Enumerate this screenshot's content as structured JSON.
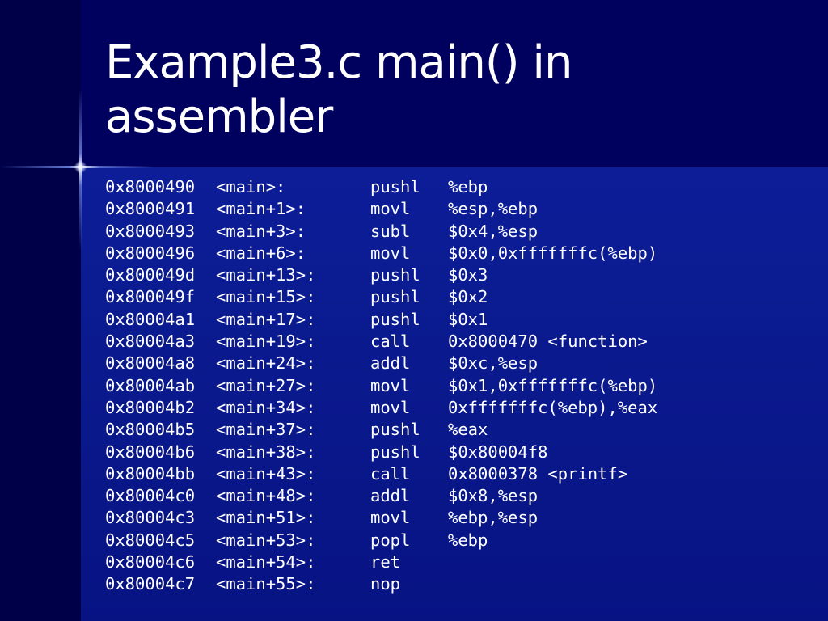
{
  "slide": {
    "title": "Example3.c main() in assembler"
  },
  "listing": [
    {
      "address": "0x8000490",
      "label": "<main>:",
      "op": "pushl",
      "args": "%ebp"
    },
    {
      "address": "0x8000491",
      "label": "<main+1>:",
      "op": "movl",
      "args": "%esp,%ebp"
    },
    {
      "address": "0x8000493",
      "label": "<main+3>:",
      "op": "subl",
      "args": "$0x4,%esp"
    },
    {
      "address": "0x8000496",
      "label": "<main+6>:",
      "op": "movl",
      "args": "$0x0,0xfffffffc(%ebp)"
    },
    {
      "address": "0x800049d",
      "label": "<main+13>:",
      "op": "pushl",
      "args": "$0x3"
    },
    {
      "address": "0x800049f",
      "label": "<main+15>:",
      "op": "pushl",
      "args": "$0x2"
    },
    {
      "address": "0x80004a1",
      "label": "<main+17>:",
      "op": "pushl",
      "args": "$0x1"
    },
    {
      "address": "0x80004a3",
      "label": "<main+19>:",
      "op": "call",
      "args": "0x8000470 <function>"
    },
    {
      "address": "0x80004a8",
      "label": "<main+24>:",
      "op": "addl",
      "args": "$0xc,%esp"
    },
    {
      "address": "0x80004ab",
      "label": "<main+27>:",
      "op": "movl",
      "args": "$0x1,0xfffffffc(%ebp)"
    },
    {
      "address": "0x80004b2",
      "label": "<main+34>:",
      "op": "movl",
      "args": "0xfffffffc(%ebp),%eax"
    },
    {
      "address": "0x80004b5",
      "label": "<main+37>:",
      "op": "pushl",
      "args": "%eax"
    },
    {
      "address": "0x80004b6",
      "label": "<main+38>:",
      "op": "pushl",
      "args": "$0x80004f8"
    },
    {
      "address": "0x80004bb",
      "label": "<main+43>:",
      "op": "call",
      "args": "0x8000378 <printf>"
    },
    {
      "address": "0x80004c0",
      "label": "<main+48>:",
      "op": "addl",
      "args": "$0x8,%esp"
    },
    {
      "address": "0x80004c3",
      "label": "<main+51>:",
      "op": "movl",
      "args": "%ebp,%esp"
    },
    {
      "address": "0x80004c5",
      "label": "<main+53>:",
      "op": "popl",
      "args": "%ebp"
    },
    {
      "address": "0x80004c6",
      "label": "<main+54>:",
      "op": "ret",
      "args": ""
    },
    {
      "address": "0x80004c7",
      "label": "<main+55>:",
      "op": "nop",
      "args": ""
    }
  ],
  "colors": {
    "background": "#00005e",
    "content_panel": "#0a1a8e",
    "text": "#ffffff"
  }
}
